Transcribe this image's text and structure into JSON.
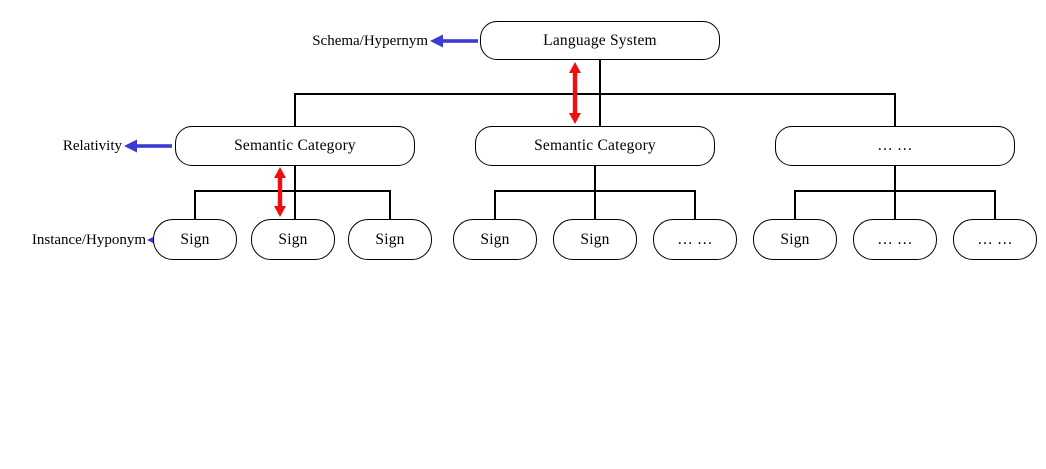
{
  "diagram": {
    "nodes": {
      "root": "Language System",
      "categories": [
        "Semantic Category",
        "Semantic Category",
        "… …"
      ],
      "signs": [
        [
          "Sign",
          "Sign",
          "Sign"
        ],
        [
          "Sign",
          "Sign",
          "… …"
        ],
        [
          "Sign",
          "… …",
          "… …"
        ]
      ]
    },
    "annotations": {
      "schema": "Schema/Hypernym",
      "relativity": "Relativity",
      "instance": "Instance/Hyponym"
    },
    "colors": {
      "box_border": "#000000",
      "annotation_arrow": "#3b3bd4",
      "relation_arrow": "#ee1010"
    }
  }
}
